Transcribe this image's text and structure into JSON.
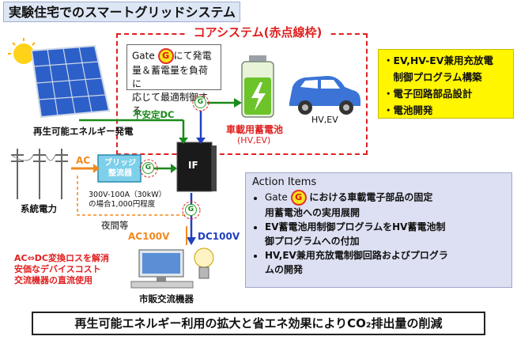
{
  "title": "実験住宅でのスマートグリッドシステム",
  "core": {
    "title": "コアシステム(赤点線枠)",
    "gate_prefix": "Gate",
    "gate_symbol": "G",
    "gate_suffix": "にて発電",
    "gate_line2": "量＆蓄電量を負荷に",
    "gate_line3": "応じて最適制御する",
    "battery_label": "車載用蓄電池",
    "battery_sub": "(HV,EV)",
    "car_label": "HV,EV"
  },
  "yellow_box": {
    "items": [
      "・EV,HV-EV兼用充放電",
      "　制御プログラム構築",
      "・電子回路部品設計",
      "・電池開発"
    ]
  },
  "left": {
    "solar_label": "再生可能エネルギー発電",
    "unstable_dc": "不安定DC",
    "grid_label": "系統電力",
    "ac_label": "AC",
    "bridge_label": "ブリッジ整流器",
    "bridge_note1": "300V-100A（30kW）",
    "bridge_note2": "の場合1,000円程度",
    "night": "夜間等",
    "if_label": "IF",
    "ac100": "AC100V",
    "dc100": "DC100V",
    "loss_note": [
      "AC⇔DC変換ロスを解消",
      "安価なデバイスコスト",
      "交流機器の直流使用"
    ],
    "appliance_label": "市販交流機器"
  },
  "action": {
    "heading": "Action Items",
    "item1_prefix": "Gate",
    "item1_suffix": "における車載電子部品の固定",
    "item1_line2": "用蓄電池への実用展開",
    "item2_line1": "EV蓄電池用制御プログラムをHV蓄電池制",
    "item2_line2": "御プログラムへの付加",
    "item3_line1": "HV,EV兼用充放電制御回路およびプログラ",
    "item3_line2": "ムの開発"
  },
  "bottom_banner": "再生可能エネルギー利用の拡大と省エネ効果によりCO₂排出量の削減",
  "colors": {
    "red": "#e02020",
    "green": "#1a8a1a",
    "blue": "#2040c0",
    "yellow": "#fff600",
    "action_bg": "#dde0f2"
  }
}
